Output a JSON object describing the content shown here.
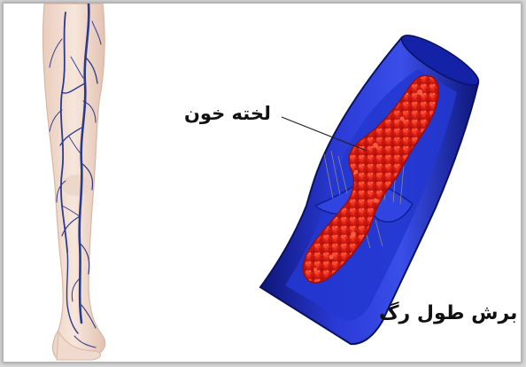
{
  "labels": {
    "clot": "لخته خون",
    "longitudinal_section": "برش طول رگ"
  },
  "icons": {
    "leg": "leg-vein-network-illustration",
    "vein": "vein-longitudinal-section-illustration"
  },
  "colors": {
    "vein_dark": "#0f1a8a",
    "vein_light": "#3548e0",
    "clot": "#e21a12",
    "clot_dark": "#a70d08",
    "skin": "#f2ddd0",
    "leg_veins": "#2c3a8c"
  }
}
